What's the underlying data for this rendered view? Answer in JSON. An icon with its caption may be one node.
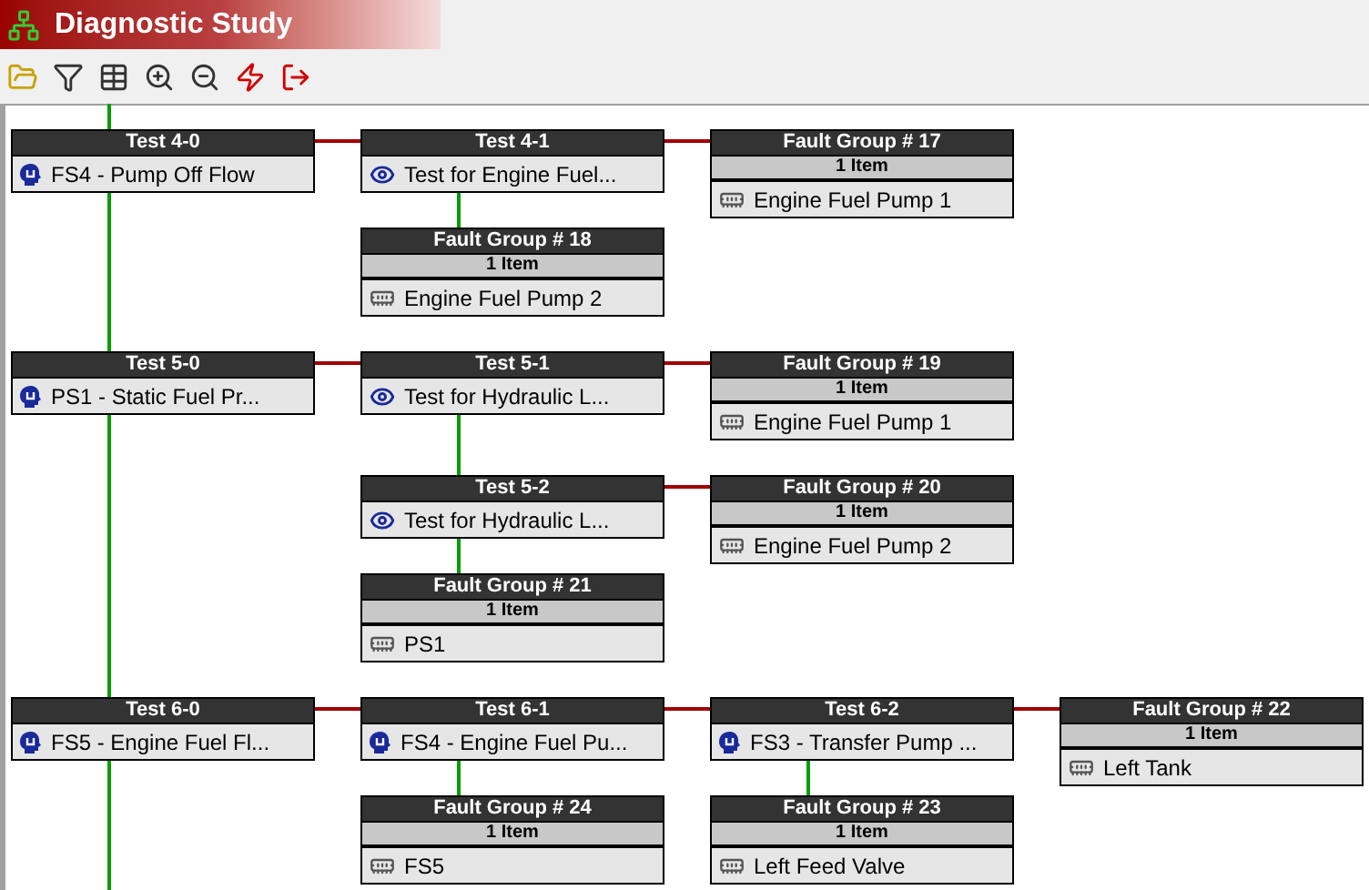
{
  "diagram": {
    "title": "Diagnostic Study",
    "nodes": [
      {
        "text": [
          "Test 4-0",
          "FS4 - Pump Off Flow"
        ]
      },
      {
        "text": [
          "Test 4-1",
          "Test for Engine Fuel..."
        ]
      },
      {
        "text": [
          "Fault Group # 17",
          "1 Item",
          "Engine Fuel Pump 1"
        ]
      },
      {
        "text": [
          "Fault Group # 18",
          "1 Item",
          "Engine Fuel Pump 2"
        ]
      },
      {
        "text": [
          "Test 5-0",
          "PS1 - Static Fuel Pr..."
        ]
      },
      {
        "text": [
          "Test 5-1",
          "Test for Hydraulic L..."
        ]
      },
      {
        "text": [
          "Fault Group # 19",
          "1 Item",
          "Engine Fuel Pump 1"
        ]
      },
      {
        "text": [
          "Test 5-2",
          "Test for Hydraulic L..."
        ]
      },
      {
        "text": [
          "Fault Group # 20",
          "1 Item",
          "Engine Fuel Pump 2"
        ]
      },
      {
        "text": [
          "Fault Group # 21",
          "1 Item",
          "PS1"
        ]
      },
      {
        "text": [
          "Test 6-0",
          "FS5 - Engine Fuel Fl..."
        ]
      },
      {
        "text": [
          "Test 6-1",
          "FS4 - Engine Fuel Pu..."
        ]
      },
      {
        "text": [
          "Test 6-2",
          "FS3 - Transfer Pump ..."
        ]
      },
      {
        "text": [
          "Fault Group # 22",
          "1 Item",
          "Left Tank"
        ]
      },
      {
        "text": [
          "Fault Group # 24",
          "1 Item",
          "FS5"
        ]
      },
      {
        "text": [
          "Fault Group # 23",
          "1 Item",
          "Left Feed Valve"
        ]
      }
    ],
    "edges": [
      {
        "from": null,
        "to": 0,
        "arrow": "none",
        "color": "#00a000"
      },
      {
        "from": 0,
        "to": 4,
        "arrow": "none",
        "color": "#00a000"
      },
      {
        "from": 4,
        "to": 10,
        "arrow": "none",
        "color": "#00a000"
      },
      {
        "from": 10,
        "to": null,
        "arrow": "none",
        "color": "#00a000"
      },
      {
        "from": 0,
        "to": 1,
        "arrow": "none",
        "color": "#a00000"
      },
      {
        "from": 1,
        "to": 2,
        "arrow": "none",
        "color": "#a00000"
      },
      {
        "from": 1,
        "to": 3,
        "arrow": "none",
        "color": "#00a000"
      },
      {
        "from": 4,
        "to": 5,
        "arrow": "none",
        "color": "#a00000"
      },
      {
        "from": 5,
        "to": 6,
        "arrow": "none",
        "color": "#a00000"
      },
      {
        "from": 5,
        "to": 7,
        "arrow": "none",
        "color": "#00a000"
      },
      {
        "from": 7,
        "to": 8,
        "arrow": "none",
        "color": "#a00000"
      },
      {
        "from": 7,
        "to": 9,
        "arrow": "none",
        "color": "#00a000"
      },
      {
        "from": 10,
        "to": 11,
        "arrow": "none",
        "color": "#a00000"
      },
      {
        "from": 11,
        "to": 12,
        "arrow": "none",
        "color": "#a00000"
      },
      {
        "from": 12,
        "to": 13,
        "arrow": "none",
        "color": "#a00000"
      },
      {
        "from": 11,
        "to": 14,
        "arrow": "none",
        "color": "#00a000"
      },
      {
        "from": 12,
        "to": 15,
        "arrow": "none",
        "color": "#00a000"
      }
    ]
  }
}
